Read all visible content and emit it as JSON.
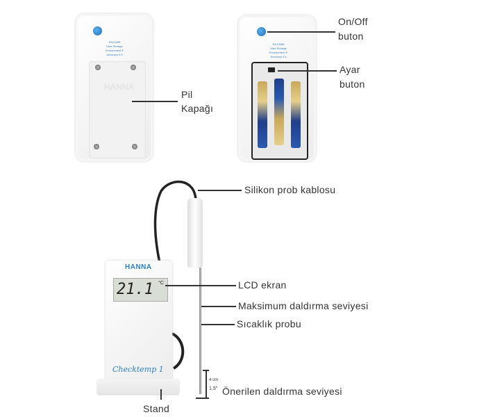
{
  "top_left_device": {
    "spec_lines": [
      "EN13485",
      "User Storage",
      "Environment E",
      "Accuracy 0.5"
    ],
    "cover_brand": "HANNA",
    "label_line1": "Pil",
    "label_line2": "Kapağı"
  },
  "top_right_device": {
    "spec_lines": [
      "EN13485",
      "User Storage",
      "Environment E",
      "Accuracy 0.5"
    ],
    "onoff_line1": "On/Off",
    "onoff_line2": "buton",
    "ayar_line1": "Ayar",
    "ayar_line2": "buton"
  },
  "thermometer": {
    "brand": "HANNA",
    "display_value": "21.1",
    "display_unit": "°C",
    "model": "Checktemp 1",
    "labels": {
      "cable": "Silikon prob kablosu",
      "lcd": "LCD ekran",
      "max_depth": "Maksimum daldırma seviyesi",
      "probe": "Sıcaklık probu",
      "recommended_depth": "Önerilen daldırma seviyesi",
      "stand": "Stand"
    },
    "depth_cm": "4 cm",
    "depth_in": "1.5\""
  },
  "colors": {
    "button_blue": "#2a84d2",
    "text": "#333333",
    "brand_blue": "#2b7fc4"
  }
}
